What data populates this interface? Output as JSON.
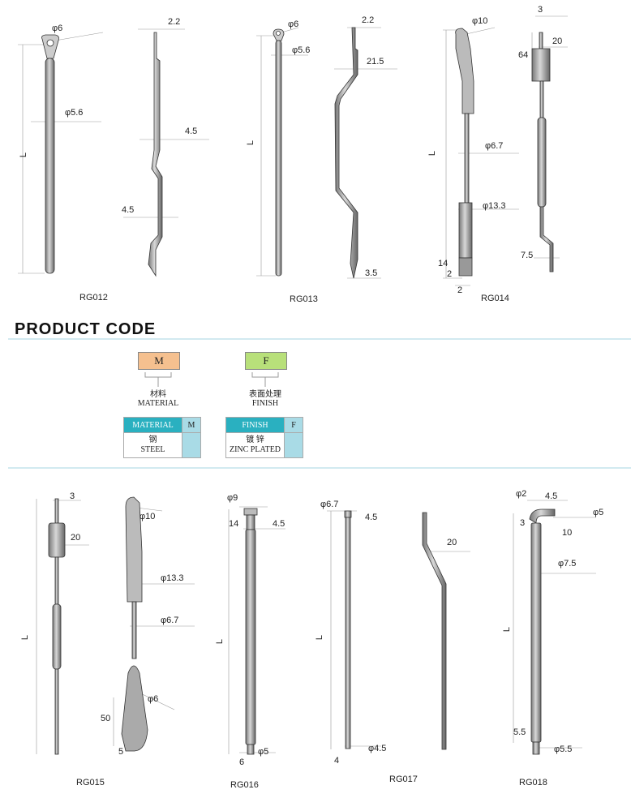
{
  "products": {
    "rg012": {
      "caption": "RG012",
      "head_dia": "φ6",
      "rod_dia": "φ5.6",
      "length": "L",
      "tip": "2.2",
      "offset_top": "4.5",
      "offset_bottom": "4.5"
    },
    "rg013": {
      "caption": "RG013",
      "head_dia": "φ6",
      "rod_dia": "φ5.6",
      "length": "L",
      "tip": "2.2",
      "offset": "21.5",
      "end": "3.5"
    },
    "rg014": {
      "caption": "RG014",
      "head_dia": "φ10",
      "rod_dia": "φ6.7",
      "sleeve_dia": "φ13.3",
      "length": "L",
      "dim_14": "14",
      "dim_2a": "2",
      "dim_2b": "2",
      "top": "3",
      "block": "20",
      "height": "64",
      "end": "7.5"
    },
    "rg015": {
      "caption": "RG015",
      "top": "3",
      "block": "20",
      "length": "L",
      "head_dia": "φ10",
      "sleeve_dia": "φ13.3",
      "rod_dia": "φ6.7",
      "bead_dia": "φ6",
      "dim_50": "50",
      "dim_5": "5"
    },
    "rg016": {
      "caption": "RG016",
      "head_dia": "φ9",
      "dim_14": "14",
      "dim_45": "4.5",
      "length": "L",
      "tip_dia": "φ5",
      "dim_6": "6"
    },
    "rg017": {
      "caption": "RG017",
      "head_dia": "φ6.7",
      "dim_45": "4.5",
      "length": "L",
      "tip_dia": "φ4.5",
      "dim_4": "4",
      "offset": "20"
    },
    "rg018": {
      "caption": "RG018",
      "hook_dia": "φ2",
      "hook_w": "4.5",
      "hook_dia2": "φ5",
      "dim_3": "3",
      "dim_10": "10",
      "rod_dia": "φ7.5",
      "length": "L",
      "dim_55": "5.5",
      "tip_dia": "φ5.5"
    }
  },
  "product_code": {
    "title": "PRODUCT CODE",
    "material": {
      "code": "M",
      "label_cn": "材料",
      "label_en": "MATERIAL",
      "table_header": "MATERIAL",
      "table_key": "M",
      "value_cn": "钢",
      "value_en": "STEEL",
      "color": "#f5c08f"
    },
    "finish": {
      "code": "F",
      "label_cn": "表面处理",
      "label_en": "FINISH",
      "table_header": "FINISH",
      "table_key": "F",
      "value_cn": "镀 锌",
      "value_en": "ZINC PLATED",
      "color": "#b8e07a"
    }
  }
}
